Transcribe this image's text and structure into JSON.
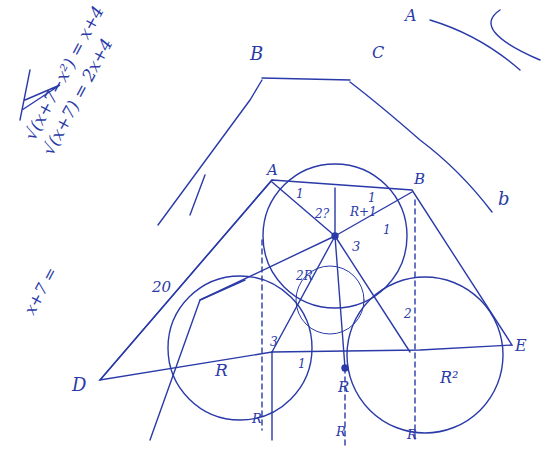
{
  "diagram": {
    "labels": [
      "√(x+7−x²) = x+4",
      "√(x+7) = 2x+4",
      "x+7 =",
      "B",
      "C",
      "A",
      "b",
      "A",
      "B",
      "E",
      "D",
      "20",
      "1",
      "1",
      "2?",
      "R+1",
      "3",
      "2R",
      "3",
      "1",
      "R",
      "R",
      "R²",
      "R",
      "R",
      "R",
      "1",
      "2"
    ]
  }
}
